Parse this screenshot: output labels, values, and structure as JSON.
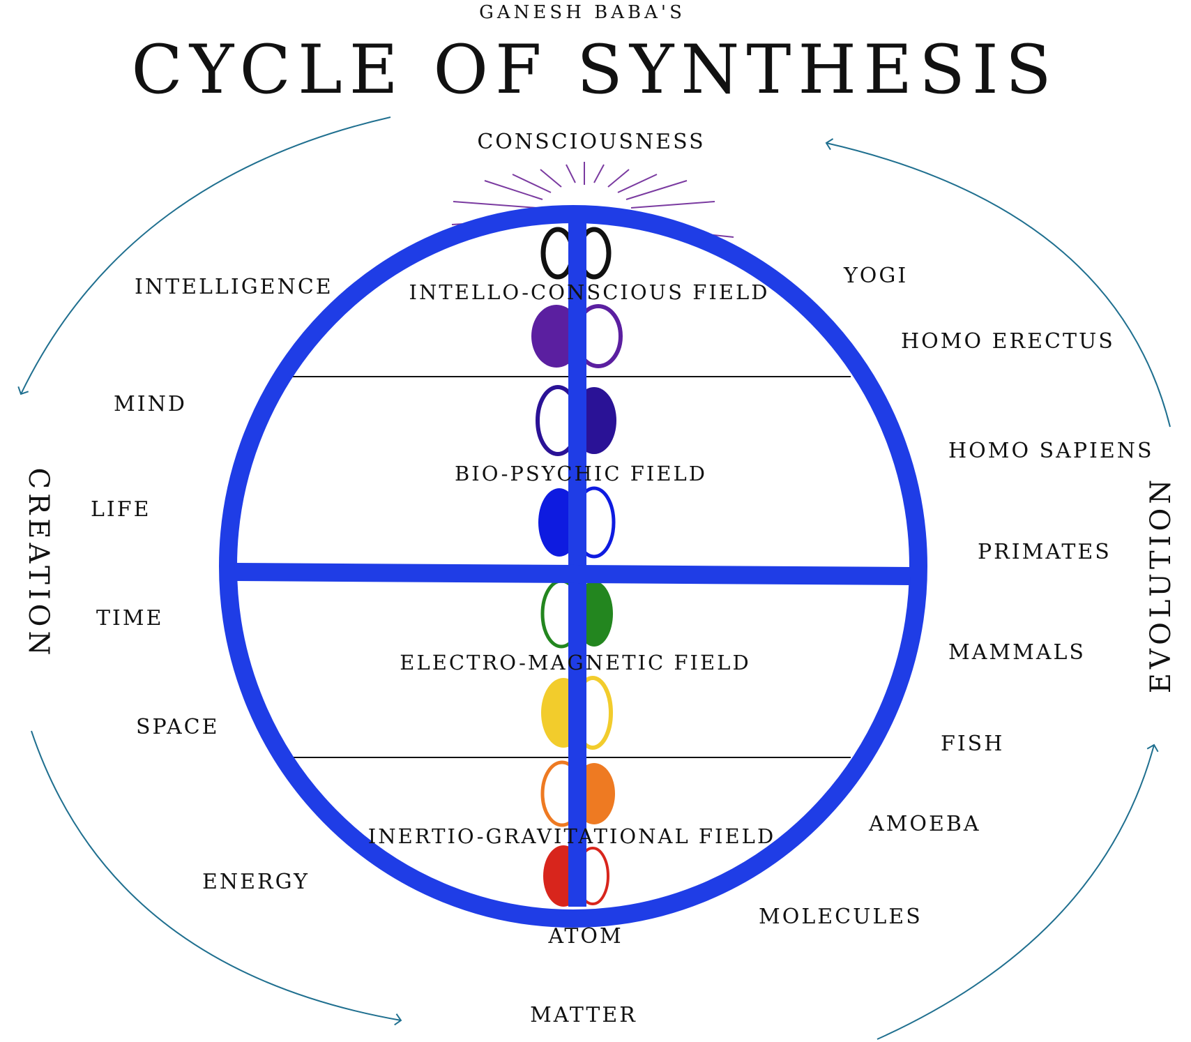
{
  "header": {
    "subtitle": "GANESH BABA'S",
    "title": "CYCLE OF SYNTHESIS"
  },
  "top_label": "CONSCIOUSNESS",
  "bottom_label": "MATTER",
  "fields": {
    "intello_conscious": "INTELLO-CONSCIOUS FIELD",
    "bio_psychic": "BIO-PSYCHIC FIELD",
    "electro_magnetic": "ELECTRO-MAGNETIC FIELD",
    "inertio_gravitational": "INERTIO-GRAVITATIONAL FIELD",
    "atom": "ATOM"
  },
  "creation": {
    "label": "CREATION",
    "items": [
      "INTELLIGENCE",
      "MIND",
      "LIFE",
      "TIME",
      "SPACE",
      "ENERGY"
    ]
  },
  "evolution": {
    "label": "EVOLUTION",
    "items": [
      "YOGI",
      "HOMO ERECTUS",
      "HOMO SAPIENS",
      "PRIMATES",
      "MAMMALS",
      "FISH",
      "AMOEBA",
      "MOLECULES"
    ]
  },
  "colors": {
    "circle": "#1f3de6",
    "arrows": "#1f6f8f",
    "rays": "#7a3aa0",
    "crown": "#111111",
    "violet": "#5b1fa0",
    "indigo": "#2a1296",
    "blue": "#0e1be0",
    "green": "#23861f",
    "yellow": "#f2cc2c",
    "orange": "#ee7a22",
    "red": "#d8251c"
  }
}
